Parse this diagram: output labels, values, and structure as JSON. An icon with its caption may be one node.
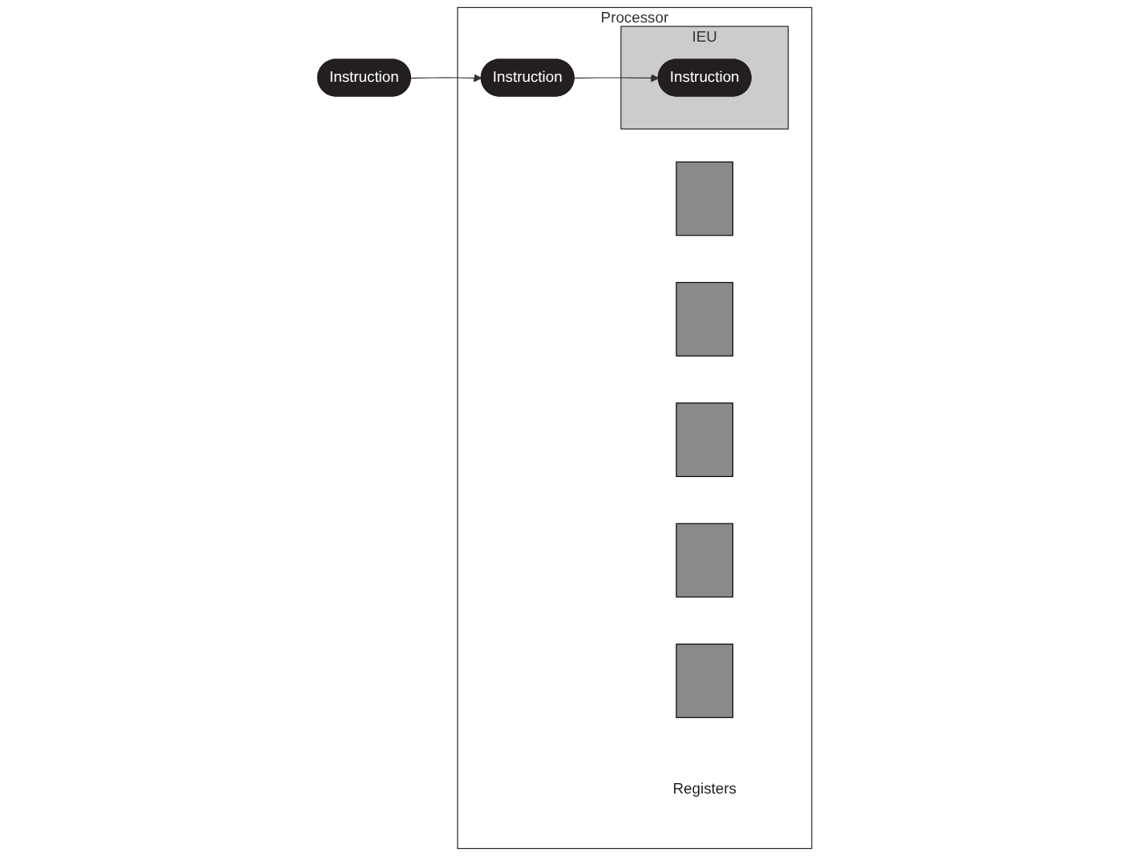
{
  "diagram": {
    "nodes": [
      {
        "text": [
          "Instruction"
        ]
      },
      {
        "text": [
          "Processor"
        ]
      },
      {
        "text": [
          "Instruction"
        ],
        "in": 1
      },
      {
        "text": [
          "IEU"
        ],
        "in": 1
      },
      {
        "text": [
          "Instruction"
        ],
        "in": 3
      },
      {
        "text": [],
        "shape": "bar",
        "in": 1
      },
      {
        "text": [],
        "shape": "bar",
        "in": 1
      },
      {
        "text": [],
        "shape": "bar",
        "in": 1
      },
      {
        "text": [],
        "shape": "bar",
        "in": 1
      },
      {
        "text": [],
        "shape": "bar",
        "in": 1
      },
      {
        "text": [
          "Registers"
        ],
        "in": 1
      }
    ],
    "edges": [
      {
        "from": 0,
        "to": 2,
        "arrow": "to"
      },
      {
        "from": 2,
        "to": 4,
        "arrow": "to"
      }
    ]
  }
}
